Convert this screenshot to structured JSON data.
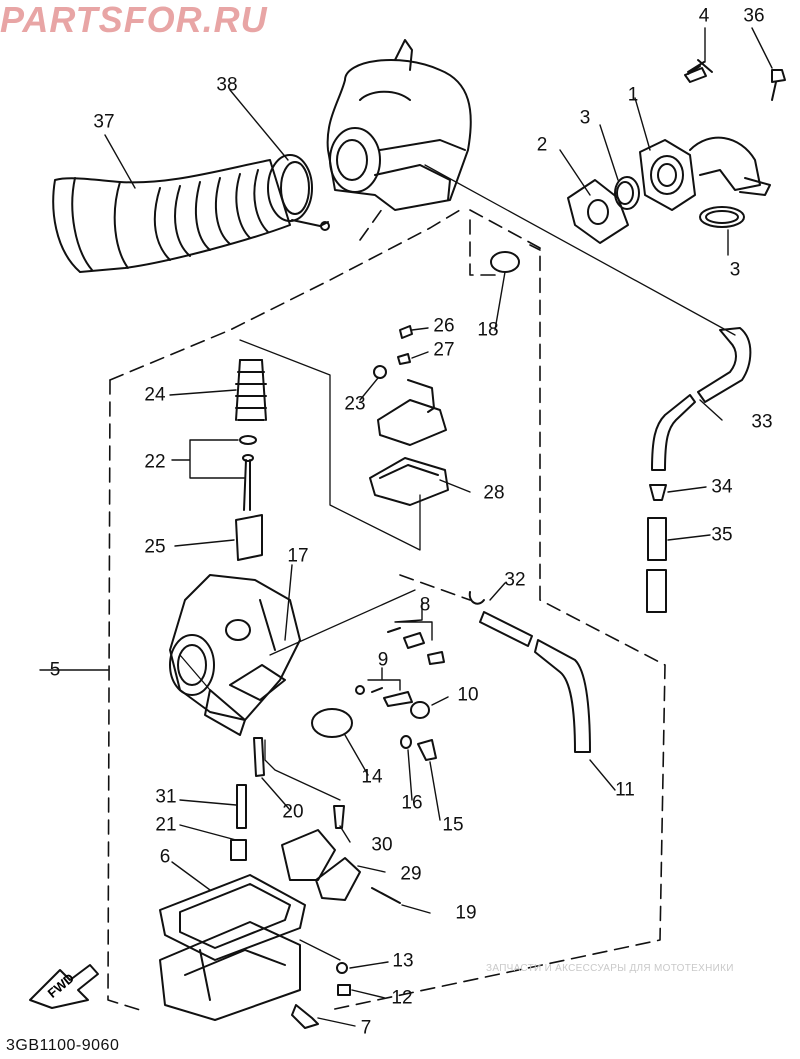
{
  "diagram": {
    "drawing_code": "3GB1100-9060",
    "fwd_label": "FWD",
    "part_numbers": [
      "1",
      "2",
      "3",
      "3",
      "4",
      "5",
      "6",
      "7",
      "8",
      "9",
      "10",
      "11",
      "12",
      "13",
      "14",
      "15",
      "16",
      "17",
      "18",
      "19",
      "20",
      "21",
      "22",
      "23",
      "24",
      "25",
      "26",
      "27",
      "28",
      "29",
      "30",
      "31",
      "32",
      "33",
      "34",
      "35",
      "36",
      "37",
      "38"
    ]
  },
  "watermark": {
    "caption": "ЗАПЧАСТИ И АКСЕССУАРЫ ДЛЯ МОТОТЕХНИКИ",
    "logo": "PARTSFOR.RU",
    "color": "#e8a5a5"
  }
}
